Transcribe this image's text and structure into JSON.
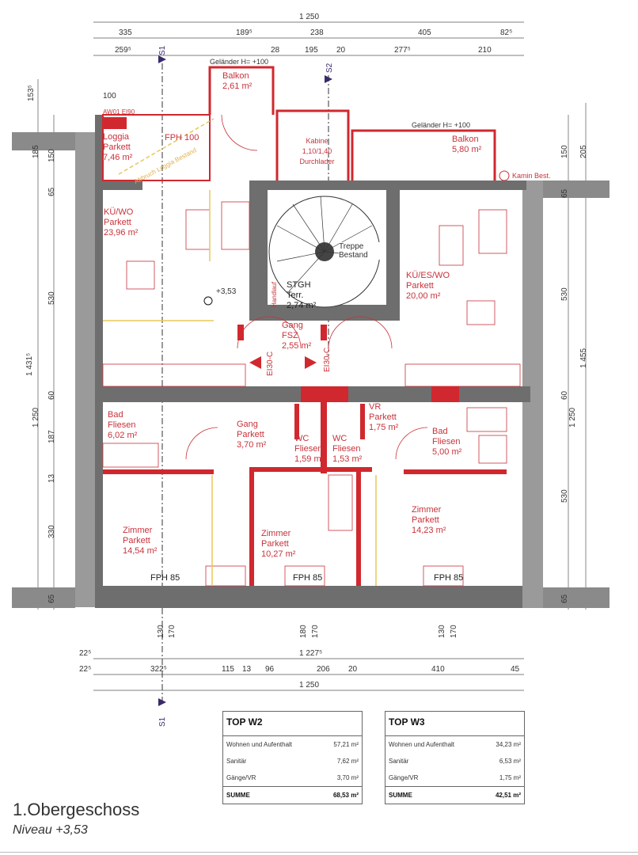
{
  "dimensions": {
    "top_total": "1 250",
    "top_row1": [
      "335",
      "189⁵",
      "238",
      "405",
      "82⁵"
    ],
    "top_row2": [
      "259⁵",
      "28",
      "195",
      "20",
      "277⁵",
      "210"
    ],
    "bottom_row1": [
      "22⁵",
      "1 227⁵"
    ],
    "bottom_row2": [
      "22⁵",
      "322⁵",
      "115",
      "13",
      "96",
      "206",
      "20",
      "410",
      "45"
    ],
    "bottom_total": "1 250",
    "left": [
      "153⁵",
      "185",
      "150",
      "65",
      "1 431⁵",
      "1 250",
      "530",
      "60",
      "187",
      "13",
      "330",
      "65"
    ],
    "right": [
      "205",
      "150",
      "65",
      "1 455",
      "1 250",
      "530",
      "60",
      "530",
      "65"
    ],
    "windows_bottom": [
      "130",
      "170",
      "180",
      "170",
      "130",
      "170"
    ]
  },
  "section_marks": {
    "s1": "S1",
    "s2": "S2"
  },
  "annotations": {
    "railing_1": "Geländer H= +100",
    "railing_2": "Geländer H= +100",
    "aw01": "AW01 EI90",
    "dim_100": "100",
    "fph100": "FPH 100",
    "demolition": "Abbruch Loggia Bestand",
    "chimney": "Kamin Best.",
    "elevator": "Kabine 1,10/1,40 Durchlader",
    "stairs": "Treppe Bestand",
    "handrail": "Handlauf",
    "level": "+3,53",
    "fire_door_1": "EI30-C",
    "fire_door_2": "EI30-C",
    "fph85": [
      "FPH 85",
      "FPH 85",
      "FPH 85"
    ]
  },
  "rooms": [
    {
      "name": "Balkon",
      "floor": "",
      "area": "2,61 m²"
    },
    {
      "name": "Loggia",
      "floor": "Parkett",
      "area": "7,46 m²"
    },
    {
      "name": "Balkon",
      "floor": "",
      "area": "5,80 m²"
    },
    {
      "name": "KÜ/WO",
      "floor": "Parkett",
      "area": "23,96 m²"
    },
    {
      "name": "STGH",
      "floor": "Terr.",
      "area": "2,74 m²"
    },
    {
      "name": "KÜ/ES/WO",
      "floor": "Parkett",
      "area": "20,00 m²"
    },
    {
      "name": "Gang",
      "floor": "FSZ",
      "area": "2,55 m²"
    },
    {
      "name": "Bad",
      "floor": "Fliesen",
      "area": "6,02 m²"
    },
    {
      "name": "Gang",
      "floor": "Parkett",
      "area": "3,70 m²"
    },
    {
      "name": "WC",
      "floor": "Fliesen",
      "area": "1,59 m²"
    },
    {
      "name": "WC",
      "floor": "Fliesen",
      "area": "1,53 m²"
    },
    {
      "name": "VR",
      "floor": "Parkett",
      "area": "1,75 m²"
    },
    {
      "name": "Bad",
      "floor": "Fliesen",
      "area": "5,00 m²"
    },
    {
      "name": "Zimmer",
      "floor": "Parkett",
      "area": "14,54 m²"
    },
    {
      "name": "Zimmer",
      "floor": "Parkett",
      "area": "10,27 m²"
    },
    {
      "name": "Zimmer",
      "floor": "Parkett",
      "area": "14,23 m²"
    }
  ],
  "tables": [
    {
      "title": "TOP W2",
      "rows": [
        {
          "label": "Wohnen und Aufenthalt",
          "value": "57,21 m²"
        },
        {
          "label": "Sanitär",
          "value": "7,62 m²"
        },
        {
          "label": "Gänge/VR",
          "value": "3,70 m²"
        }
      ],
      "sum_label": "SUMME",
      "sum": "68,53 m²"
    },
    {
      "title": "TOP W3",
      "rows": [
        {
          "label": "Wohnen und Aufenthalt",
          "value": "34,23 m²"
        },
        {
          "label": "Sanitär",
          "value": "6,53 m²"
        },
        {
          "label": "Gänge/VR",
          "value": "1,75 m²"
        }
      ],
      "sum_label": "SUMME",
      "sum": "42,51 m²"
    }
  ],
  "floor_title": "1.Obergeschoss",
  "floor_level": "Niveau +3,53",
  "colors": {
    "wall": "#6e6e6e",
    "new_wall": "#d0282e",
    "line": "#c8323a",
    "yellow": "#e8c85a"
  }
}
